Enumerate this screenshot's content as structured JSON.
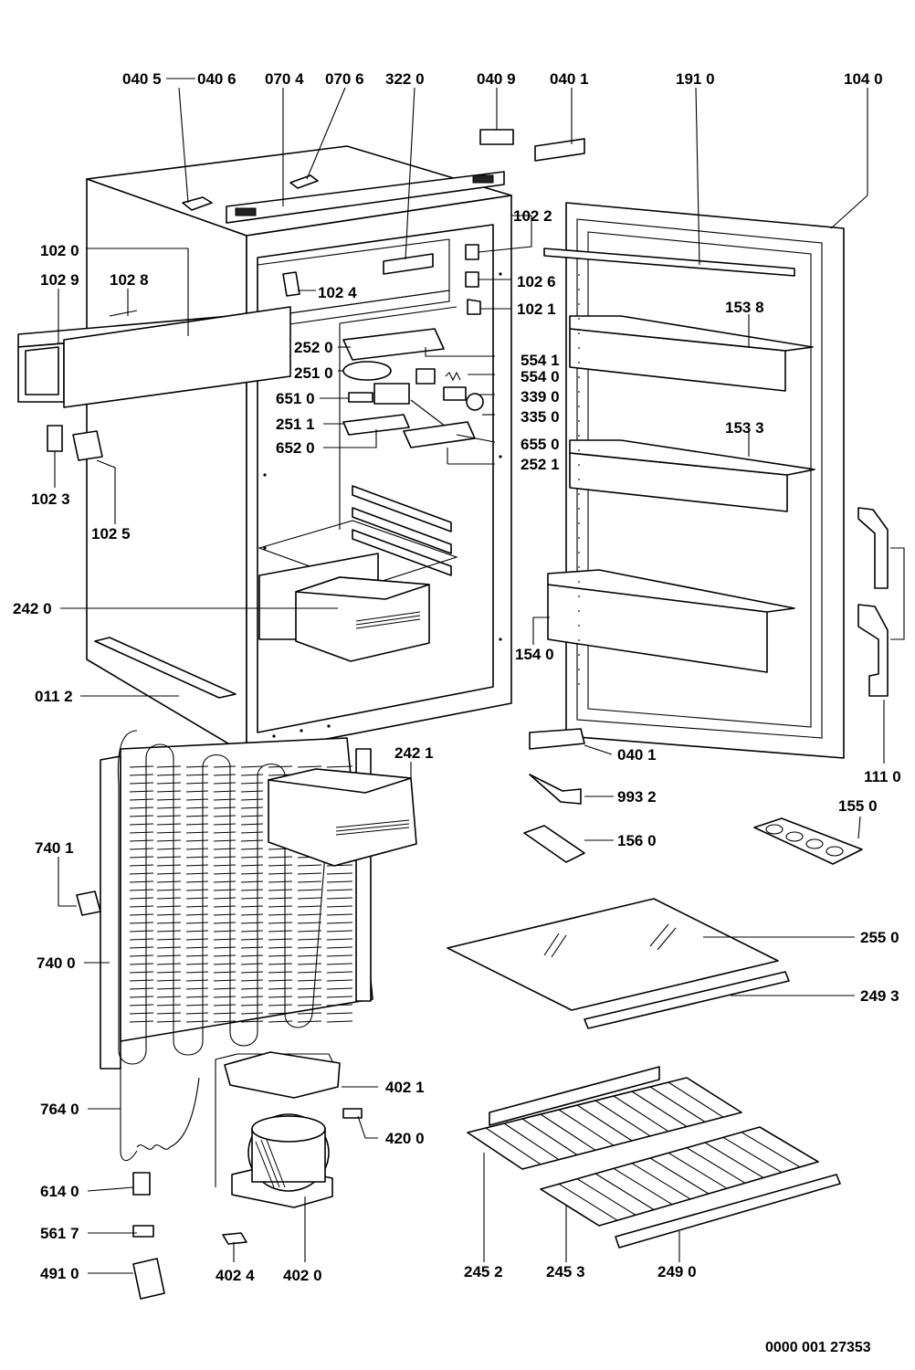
{
  "labels": {
    "p0405": "040 5",
    "p0406": "040 6",
    "p0704": "070 4",
    "p0706": "070 6",
    "p3220": "322 0",
    "p0409": "040 9",
    "p0401a": "040 1",
    "p1910": "191 0",
    "p1040": "104 0",
    "p1022": "102 2",
    "p1020": "102 0",
    "p1029": "102 9",
    "p1028": "102 8",
    "p1024": "102 4",
    "p1026": "102 6",
    "p1021": "102 1",
    "p1538": "153 8",
    "p2520": "252 0",
    "p5541": "554 1",
    "p2510": "251 0",
    "p5540": "554 0",
    "p6510": "651 0",
    "p3390": "339 0",
    "p3350": "335 0",
    "p2511": "251 1",
    "p6550": "655 0",
    "p6520": "652 0",
    "p1533": "153 3",
    "p2521": "252 1",
    "p1023": "102 3",
    "p1025": "102 5",
    "p2420": "242 0",
    "p1540": "154 0",
    "p0112": "011 2",
    "p0401b": "040 1",
    "p1110": "111 0",
    "p2421": "242 1",
    "p9932": "993 2",
    "p1550": "155 0",
    "p7401": "740 1",
    "p1560": "156 0",
    "p2550": "255 0",
    "p7400": "740 0",
    "p2493": "249 3",
    "p4021": "402 1",
    "p7640": "764 0",
    "p4200": "420 0",
    "p6140": "614 0",
    "p5617": "561 7",
    "p4910": "491 0",
    "p4024": "402 4",
    "p4020": "402 0",
    "p2452": "245 2",
    "p2453": "245 3",
    "p2490": "249 0"
  },
  "document_ref": "0000 001 27353"
}
